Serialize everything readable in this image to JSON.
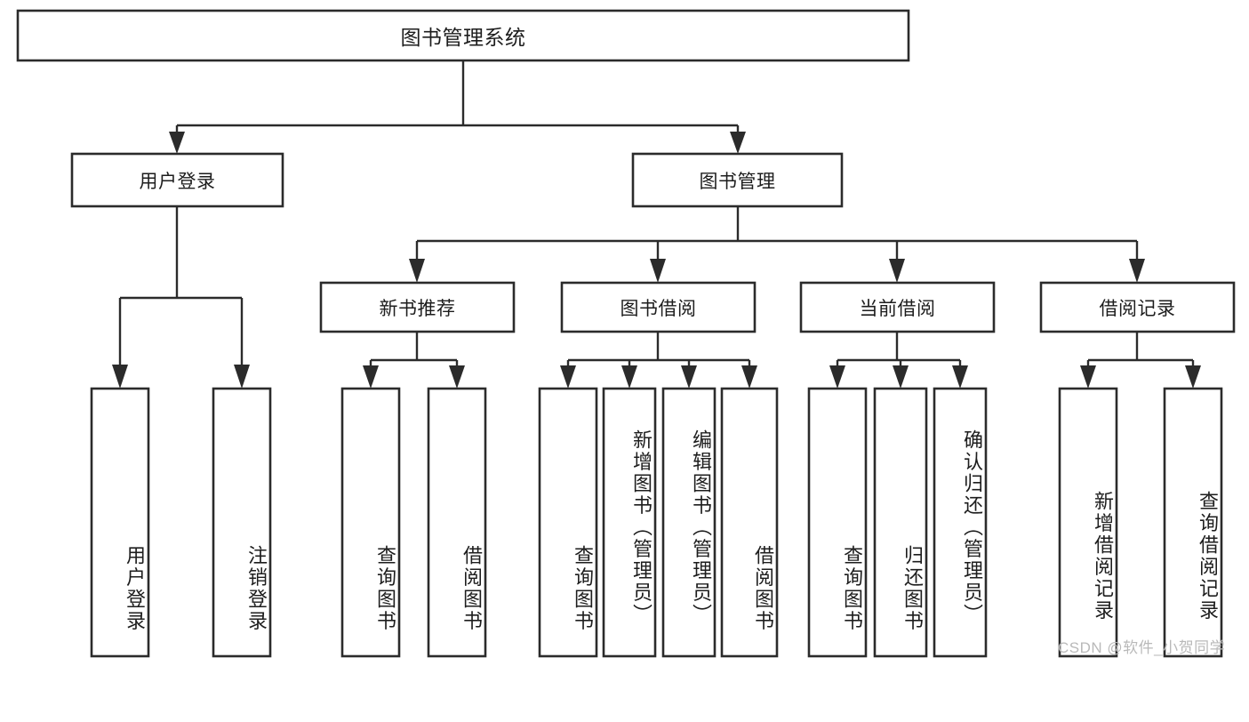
{
  "diagram": {
    "type": "tree-hierarchy-chart",
    "title": "图书管理系统",
    "root": {
      "id": "root",
      "label": "图书管理系统",
      "orientation": "horizontal"
    },
    "level1": [
      {
        "id": "user-login",
        "label": "用户登录",
        "orientation": "horizontal"
      },
      {
        "id": "book-management",
        "label": "图书管理",
        "orientation": "horizontal"
      }
    ],
    "level2": [
      {
        "id": "new-book-recommend",
        "label": "新书推荐",
        "parent": "book-management",
        "orientation": "horizontal"
      },
      {
        "id": "book-borrow",
        "label": "图书借阅",
        "parent": "book-management",
        "orientation": "horizontal"
      },
      {
        "id": "current-borrow",
        "label": "当前借阅",
        "parent": "book-management",
        "orientation": "horizontal"
      },
      {
        "id": "borrow-record",
        "label": "借阅记录",
        "parent": "book-management",
        "orientation": "horizontal"
      }
    ],
    "leaves": [
      {
        "id": "leaf-user-login",
        "label": "用户登录",
        "parent": "user-login",
        "orientation": "vertical"
      },
      {
        "id": "leaf-logout-login",
        "label": "注销登录",
        "parent": "user-login",
        "orientation": "vertical"
      },
      {
        "id": "leaf-query-book-1",
        "label": "查询图书",
        "parent": "new-book-recommend",
        "orientation": "vertical"
      },
      {
        "id": "leaf-borrow-book-1",
        "label": "借阅图书",
        "parent": "new-book-recommend",
        "orientation": "vertical"
      },
      {
        "id": "leaf-query-book-2",
        "label": "查询图书",
        "parent": "book-borrow",
        "orientation": "vertical"
      },
      {
        "id": "leaf-add-book",
        "label": "新增图书（管理员）",
        "parent": "book-borrow",
        "orientation": "vertical"
      },
      {
        "id": "leaf-edit-book",
        "label": "编辑图书（管理员）",
        "parent": "book-borrow",
        "orientation": "vertical"
      },
      {
        "id": "leaf-borrow-book-2",
        "label": "借阅图书",
        "parent": "book-borrow",
        "orientation": "vertical"
      },
      {
        "id": "leaf-query-book-3",
        "label": "查询图书",
        "parent": "current-borrow",
        "orientation": "vertical"
      },
      {
        "id": "leaf-return-book",
        "label": "归还图书",
        "parent": "current-borrow",
        "orientation": "vertical"
      },
      {
        "id": "leaf-confirm-return",
        "label": "确认归还（管理员）",
        "parent": "current-borrow",
        "orientation": "vertical"
      },
      {
        "id": "leaf-add-record",
        "label": "新增借阅记录",
        "parent": "borrow-record",
        "orientation": "vertical"
      },
      {
        "id": "leaf-query-record",
        "label": "查询借阅记录",
        "parent": "borrow-record",
        "orientation": "vertical"
      }
    ],
    "colors": {
      "stroke": "#2b2b2b",
      "fill": "#ffffff",
      "text": "#1d1d1d",
      "watermark": "#b9b9b9",
      "background": "#ffffff"
    }
  },
  "watermark": {
    "text": "CSDN @软件_小贺同学"
  }
}
